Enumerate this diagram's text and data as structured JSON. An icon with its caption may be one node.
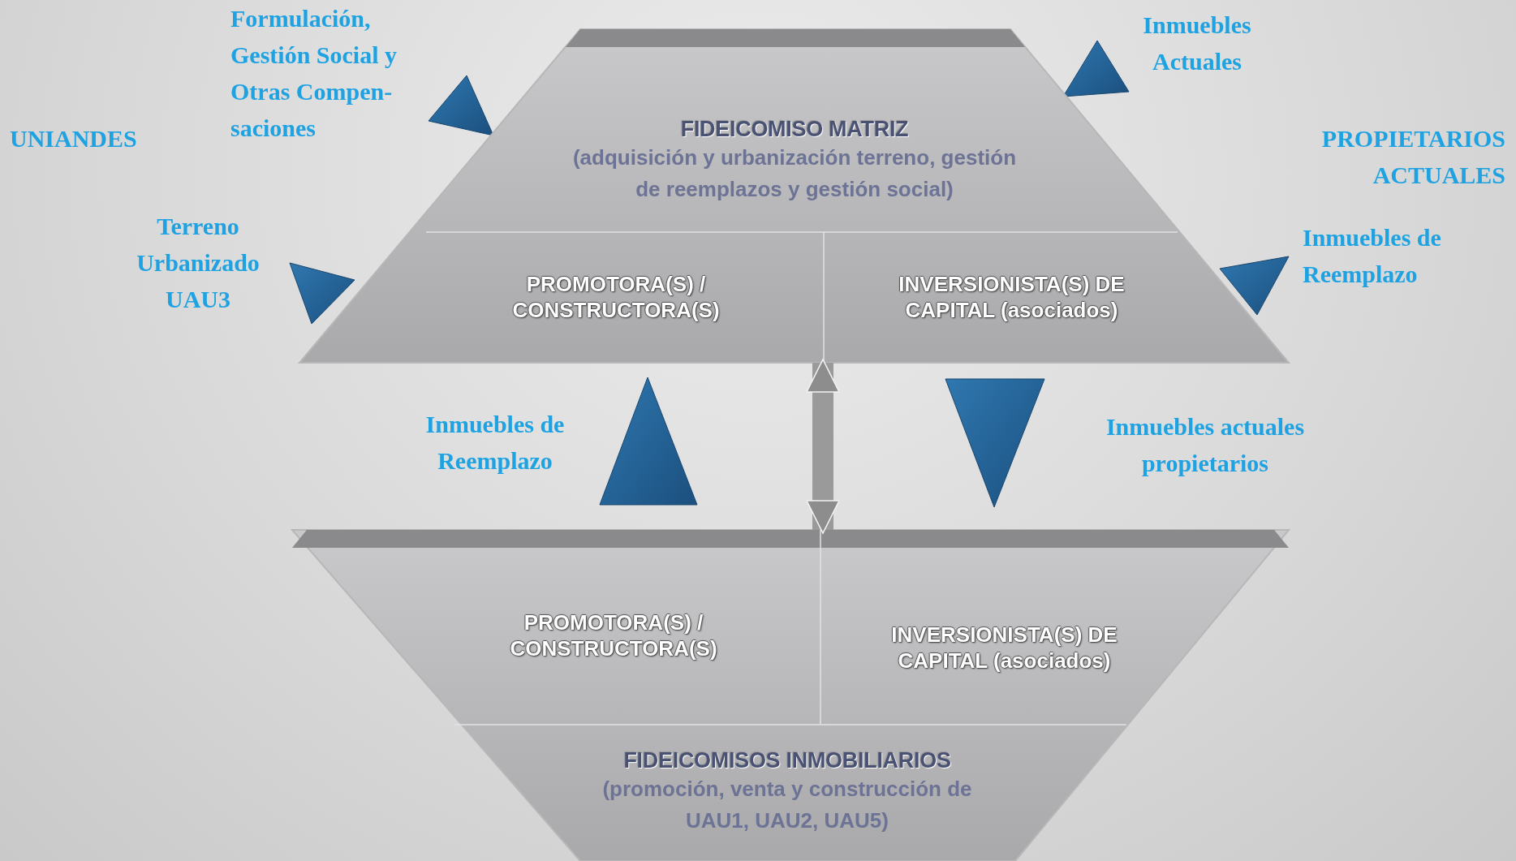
{
  "diagram": {
    "nodes": [
      {
        "text": [],
        "shape": "trapezoid"
      },
      {
        "text": [
          "FIDEICOMISO MATRIZ",
          "(adquisición y urbanización terreno, gestión de reemplazos y gestión social)"
        ],
        "in": 0
      },
      {
        "text": [
          "PROMOTORA(S) / CONSTRUCTORA(S)"
        ],
        "in": 0
      },
      {
        "text": [
          "INVERSIONISTA(S) DE CAPITAL (asociados)"
        ],
        "in": 0
      },
      {
        "text": [],
        "shape": "trapezoid"
      },
      {
        "text": [
          "PROMOTORA(S) / CONSTRUCTORA(S)"
        ],
        "in": 4
      },
      {
        "text": [
          "INVERSIONISTA(S) DE CAPITAL (asociados)"
        ],
        "in": 4
      },
      {
        "text": [
          "FIDEICOMISOS INMOBILIARIOS",
          "(promoción, venta y construcción de UAU1, UAU2, UAU5)"
        ],
        "in": 4
      }
    ],
    "edges": [
      {
        "from": 0,
        "to": 4,
        "arrow": "both"
      }
    ],
    "labels": [
      "Formulación, Gestión Social y Otras Compen-saciones",
      "Inmuebles Actuales",
      "UNIANDES",
      "PROPIETARIOS ACTUALES",
      "Terreno Urbanizado UAU3",
      "Inmuebles de Reemplazo",
      "Inmuebles de Reemplazo",
      "Inmuebles actuales propietarios"
    ]
  }
}
